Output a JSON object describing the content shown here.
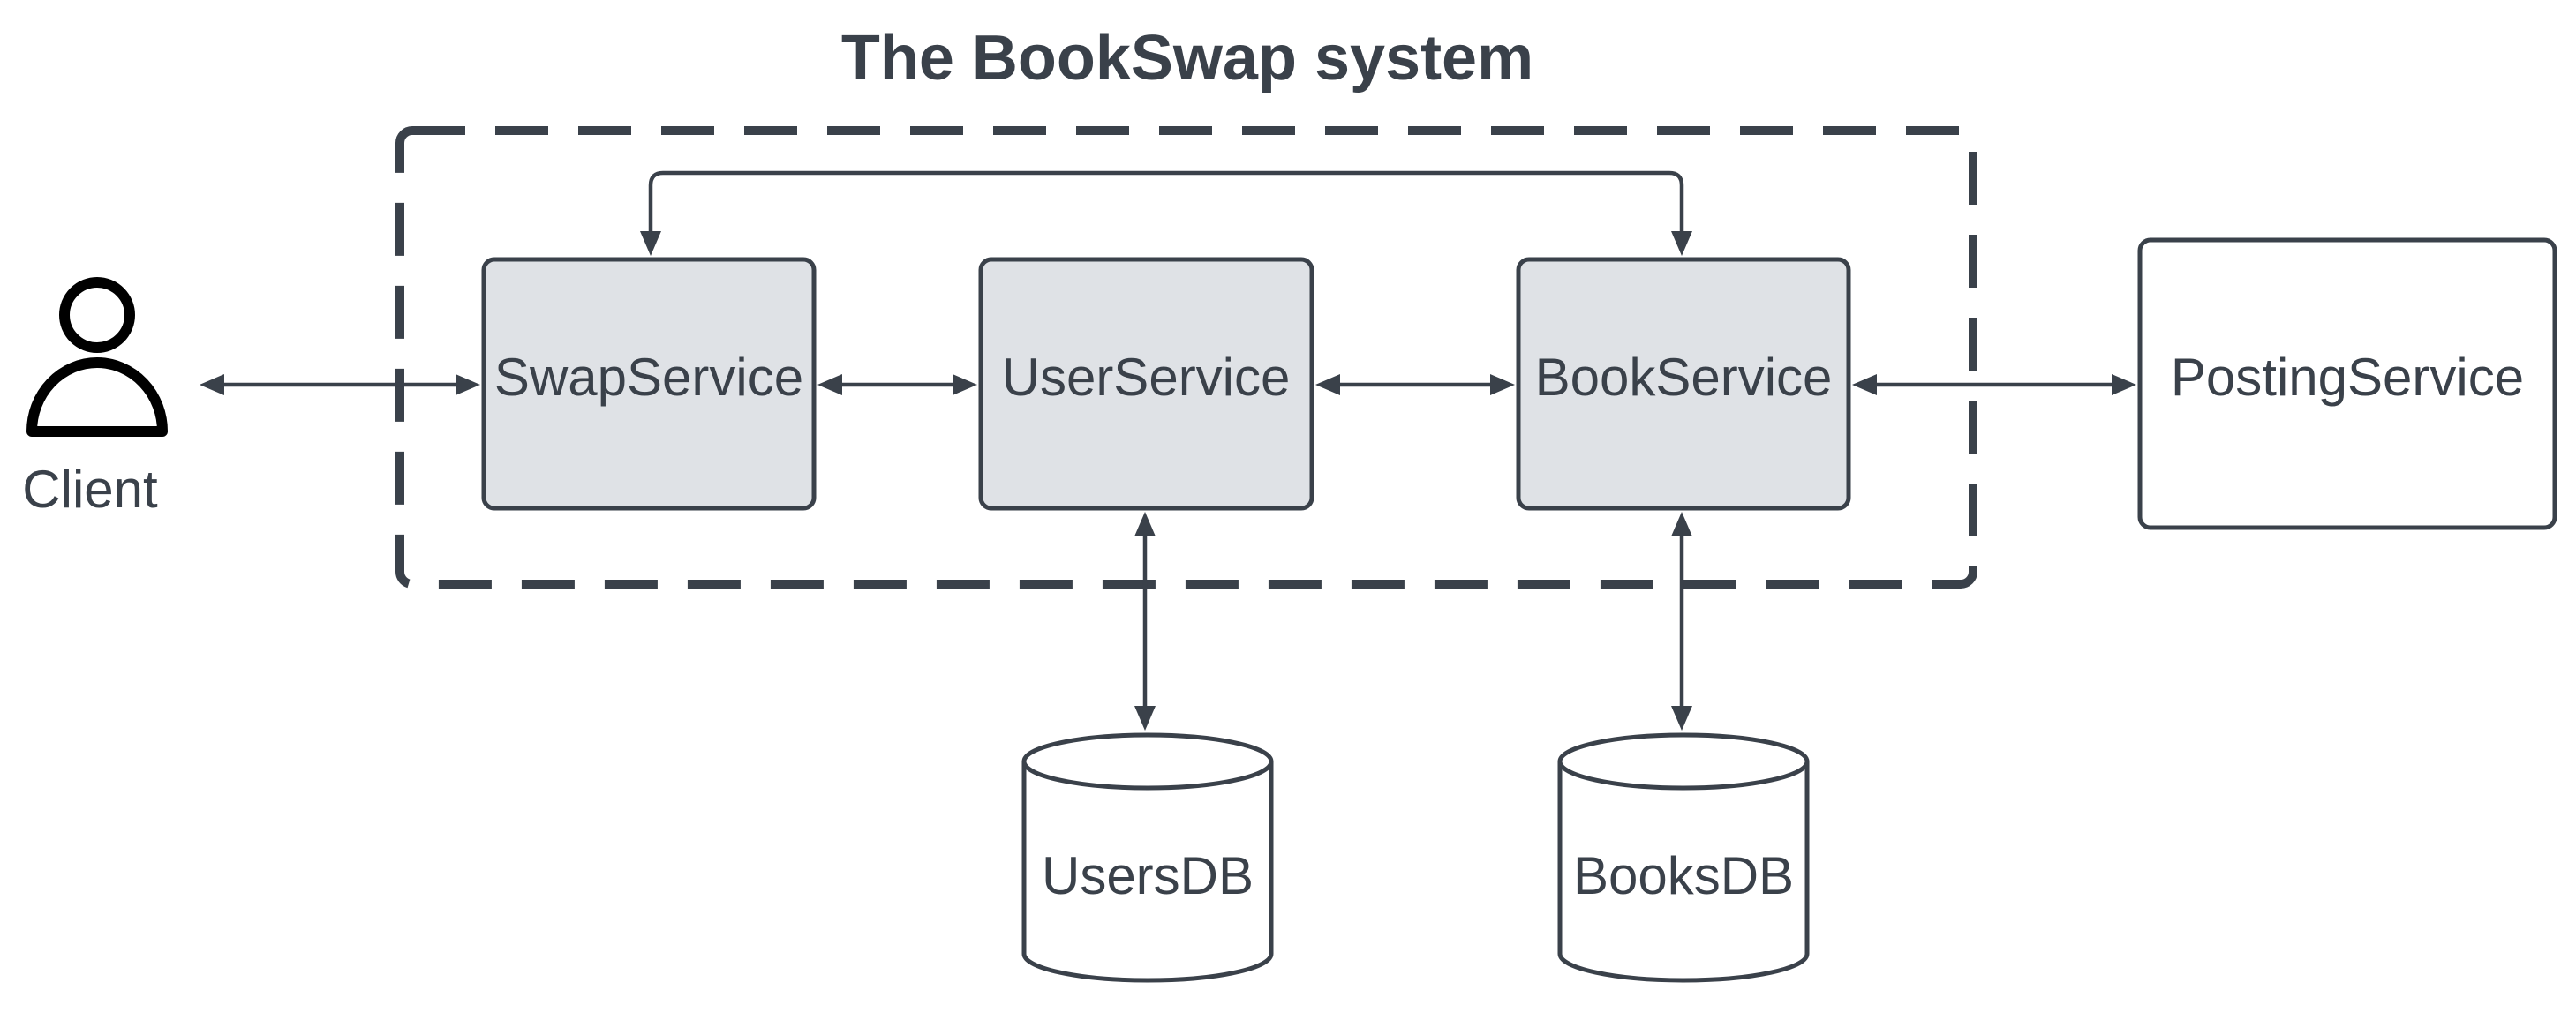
{
  "title": "The BookSwap system",
  "actor": {
    "label": "Client",
    "icon": "person-icon"
  },
  "system_boundary": {
    "style": "dashed"
  },
  "services": {
    "swap": "SwapService",
    "user": "UserService",
    "book": "BookService",
    "posting": "PostingService"
  },
  "databases": {
    "users": "UsersDB",
    "books": "BooksDB"
  },
  "connections": [
    {
      "from": "Client",
      "to": "SwapService",
      "direction": "both"
    },
    {
      "from": "SwapService",
      "to": "UserService",
      "direction": "both"
    },
    {
      "from": "UserService",
      "to": "BookService",
      "direction": "both"
    },
    {
      "from": "BookService",
      "to": "PostingService",
      "direction": "both"
    },
    {
      "from": "SwapService",
      "to": "BookService",
      "direction": "both"
    },
    {
      "from": "UserService",
      "to": "UsersDB",
      "direction": "both"
    },
    {
      "from": "BookService",
      "to": "BooksDB",
      "direction": "both"
    }
  ],
  "colors": {
    "ink": "#3a414a",
    "system_box_fill": "#dfe2e6",
    "external_box_fill": "#ffffff",
    "background": "#ffffff"
  }
}
